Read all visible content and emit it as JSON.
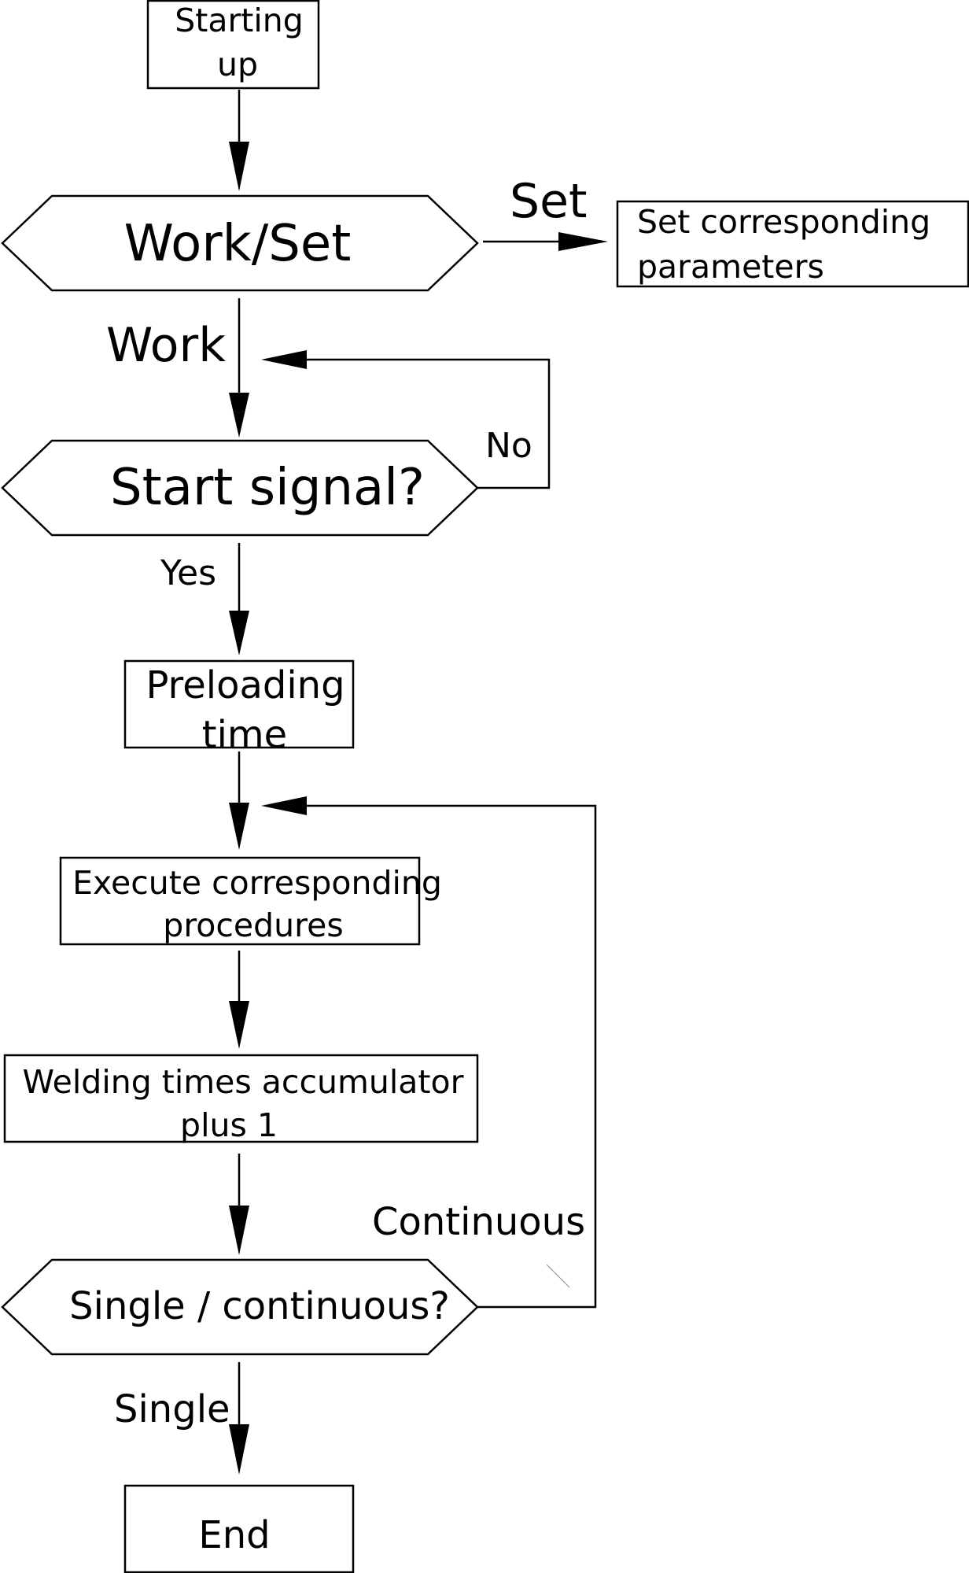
{
  "nodes": {
    "start": "Starting up",
    "mode": "Work/Set",
    "set_params": "Set corresponding parameters",
    "start_signal": "Start signal?",
    "preload": "Preloading time",
    "execute": "Execute corresponding procedures",
    "accumulator": "Welding times accumulator plus 1",
    "single_continuous": "Single / continuous?",
    "end": "End"
  },
  "edges": {
    "set": "Set",
    "work": "Work",
    "no": "No",
    "yes": "Yes",
    "continuous": "Continuous",
    "single": "Single"
  }
}
